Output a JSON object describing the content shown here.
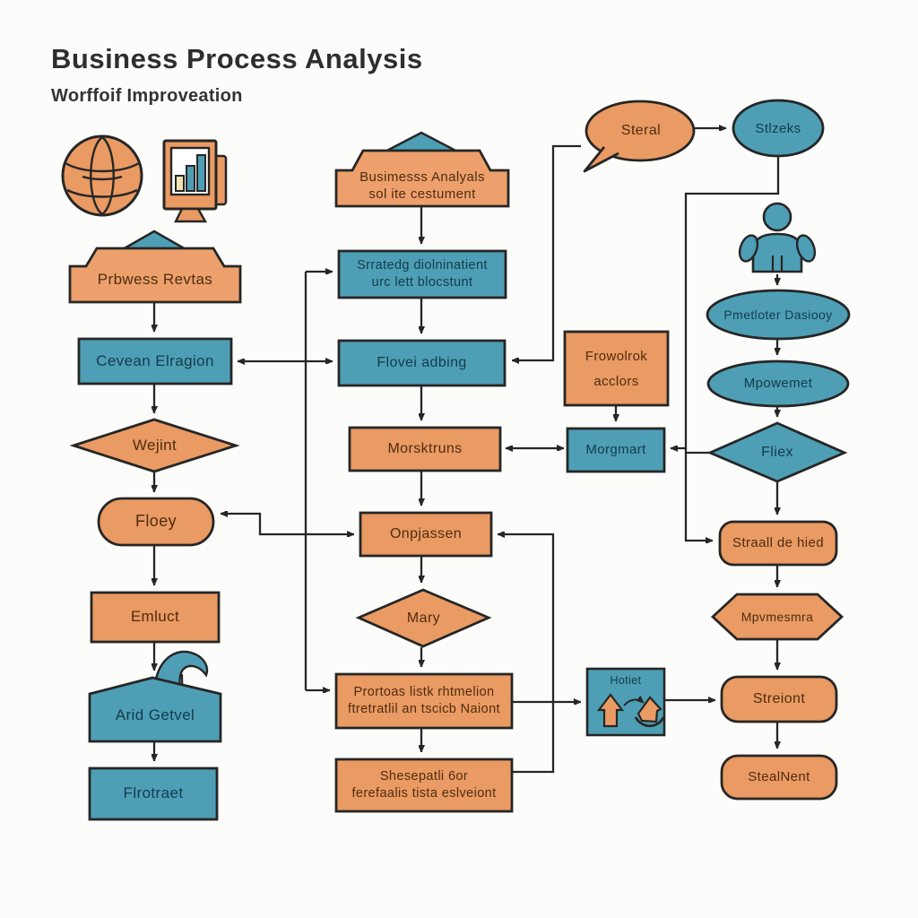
{
  "header": {
    "title": "Business Process Analysis",
    "subtitle": "Worffoif Improveation"
  },
  "colors": {
    "orange_fill": "#EA9A63",
    "teal_fill": "#4E9FB5",
    "outline": "#262626",
    "background": "#FCFCFA",
    "text_on_orange": "#4f2d10",
    "text_on_teal": "#123c4c"
  },
  "icons": {
    "pie_chart": "pie-chart-icon",
    "monitor_chart": "monitor-chart-icon",
    "person": "person-icon",
    "house_transfer": "house-transfer-icon",
    "speech_bubble": "speech-bubble",
    "wave": "wave-decoration"
  },
  "nodes": {
    "proc_banner": {
      "label": "Prbwess Revtas"
    },
    "cevean": {
      "label": "Cevean Elragion"
    },
    "wejint": {
      "label": "Wejint"
    },
    "floey": {
      "label": "Floey"
    },
    "emluct": {
      "label": "Emluct"
    },
    "arid_getvel": {
      "label": "Arid Getvel"
    },
    "flrotraet": {
      "label": "Flrotraet"
    },
    "analysis_banner": {
      "line1": "Busimesss Analyals",
      "line2": "sol ite cestument"
    },
    "srratedg": {
      "line1": "Srratedg diolninatient",
      "line2": "urc lett blocstunt"
    },
    "flovei": {
      "label": "Flovei adbing"
    },
    "morsktruns": {
      "label": "Morsktruns"
    },
    "onpjassen": {
      "label": "Onpjassen"
    },
    "mary": {
      "label": "Mary"
    },
    "prortoas": {
      "line1": "Prortoas listk rhtmelion",
      "line2": "ftretratlil an tscicb Naiont"
    },
    "shesepatli": {
      "line1": "Shesepatli 6or",
      "line2": "ferefaalis tista eslveiont"
    },
    "frowolrok": {
      "line1": "Frowolrok",
      "line2": "acclors"
    },
    "morgmart": {
      "label": "Morgmart"
    },
    "hotiet": {
      "label": "Hotiet"
    },
    "steral": {
      "label": "Steral"
    },
    "stlzeks": {
      "label": "Stlzeks"
    },
    "pmetloter": {
      "label": "Pmetloter Dasiooy"
    },
    "mpowemet": {
      "label": "Mpowemet"
    },
    "fliex": {
      "label": "Fliex"
    },
    "straall": {
      "label": "Straall de hied"
    },
    "mpvmesmra": {
      "label": "Mpvmesmra"
    },
    "streiont": {
      "label": "Streiont"
    },
    "stealnent": {
      "label": "StealNent"
    }
  }
}
